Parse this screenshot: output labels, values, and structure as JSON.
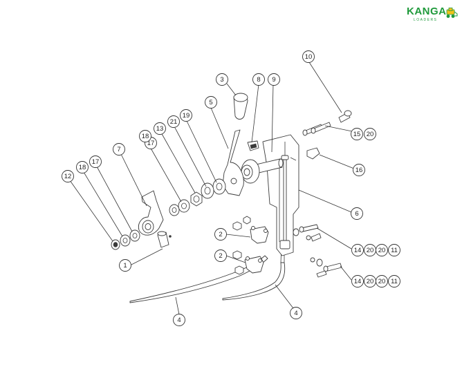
{
  "logo": {
    "brand": "KANGA",
    "sub": "LOADERS",
    "accent": "#1f9a3b",
    "icon": "loader-vehicle-icon"
  },
  "callouts": [
    {
      "id": "c1",
      "label": "1"
    },
    {
      "id": "c2a",
      "label": "2"
    },
    {
      "id": "c2b",
      "label": "2"
    },
    {
      "id": "c3",
      "label": "3"
    },
    {
      "id": "c4a",
      "label": "4"
    },
    {
      "id": "c4b",
      "label": "4"
    },
    {
      "id": "c5",
      "label": "5"
    },
    {
      "id": "c6",
      "label": "6"
    },
    {
      "id": "c7",
      "label": "7"
    },
    {
      "id": "c8",
      "label": "8"
    },
    {
      "id": "c9",
      "label": "9"
    },
    {
      "id": "c10",
      "label": "10"
    },
    {
      "id": "c12",
      "label": "12"
    },
    {
      "id": "c13",
      "label": "13"
    },
    {
      "id": "c16",
      "label": "16"
    },
    {
      "id": "c17a",
      "label": "17"
    },
    {
      "id": "c17b",
      "label": "17"
    },
    {
      "id": "c18a",
      "label": "18"
    },
    {
      "id": "c18b",
      "label": "18"
    },
    {
      "id": "c19",
      "label": "19"
    },
    {
      "id": "c21",
      "label": "21"
    },
    {
      "id": "c15",
      "label": "15"
    },
    {
      "id": "c20a",
      "label": "20"
    },
    {
      "id": "c14a",
      "label": "14"
    },
    {
      "id": "c20b",
      "label": "20"
    },
    {
      "id": "c20c",
      "label": "20"
    },
    {
      "id": "c11a",
      "label": "11"
    },
    {
      "id": "c14b",
      "label": "14"
    },
    {
      "id": "c20d",
      "label": "20"
    },
    {
      "id": "c20e",
      "label": "20"
    },
    {
      "id": "c11b",
      "label": "11"
    }
  ]
}
